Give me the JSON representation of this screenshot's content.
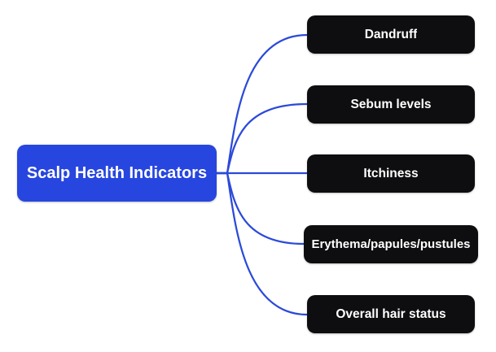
{
  "diagram": {
    "type": "mindmap",
    "root": {
      "label": "Scalp Health Indicators"
    },
    "children": [
      {
        "label": "Dandruff"
      },
      {
        "label": "Sebum levels"
      },
      {
        "label": "Itchiness"
      },
      {
        "label": "Erythema/papules/pustules"
      },
      {
        "label": "Overall hair status"
      }
    ],
    "edges": [
      {
        "from": "Scalp Health Indicators",
        "to": "Dandruff"
      },
      {
        "from": "Scalp Health Indicators",
        "to": "Sebum levels"
      },
      {
        "from": "Scalp Health Indicators",
        "to": "Itchiness"
      },
      {
        "from": "Scalp Health Indicators",
        "to": "Erythema/papules/pustules"
      },
      {
        "from": "Scalp Health Indicators",
        "to": "Overall hair status"
      }
    ],
    "colors": {
      "page_bg": "#ffffff",
      "root_bg": "#2746df",
      "root_text": "#ffffff",
      "child_bg": "#0e0e10",
      "child_text": "#ffffff",
      "edge": "#2b4ad9"
    }
  }
}
